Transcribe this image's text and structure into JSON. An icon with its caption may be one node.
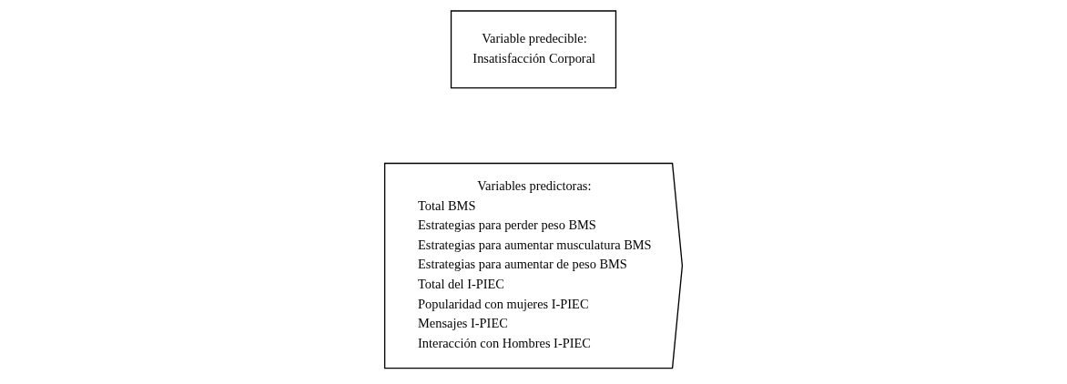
{
  "diagram": {
    "nodes": [
      {
        "text": [
          "Variables predictoras:",
          "Total BMS",
          "Estrategias para perder peso BMS",
          "Estrategias para aumentar musculatura BMS",
          "Estrategias para aumentar de peso BMS",
          "Total del I-PIEC",
          "Popularidad con mujeres I-PIEC",
          "Mensajes I-PIEC",
          "Interacción con Hombres I-PIEC"
        ]
      },
      {
        "text": [
          "Variable predecible:",
          "Insatisfacción Corporal"
        ]
      }
    ]
  }
}
